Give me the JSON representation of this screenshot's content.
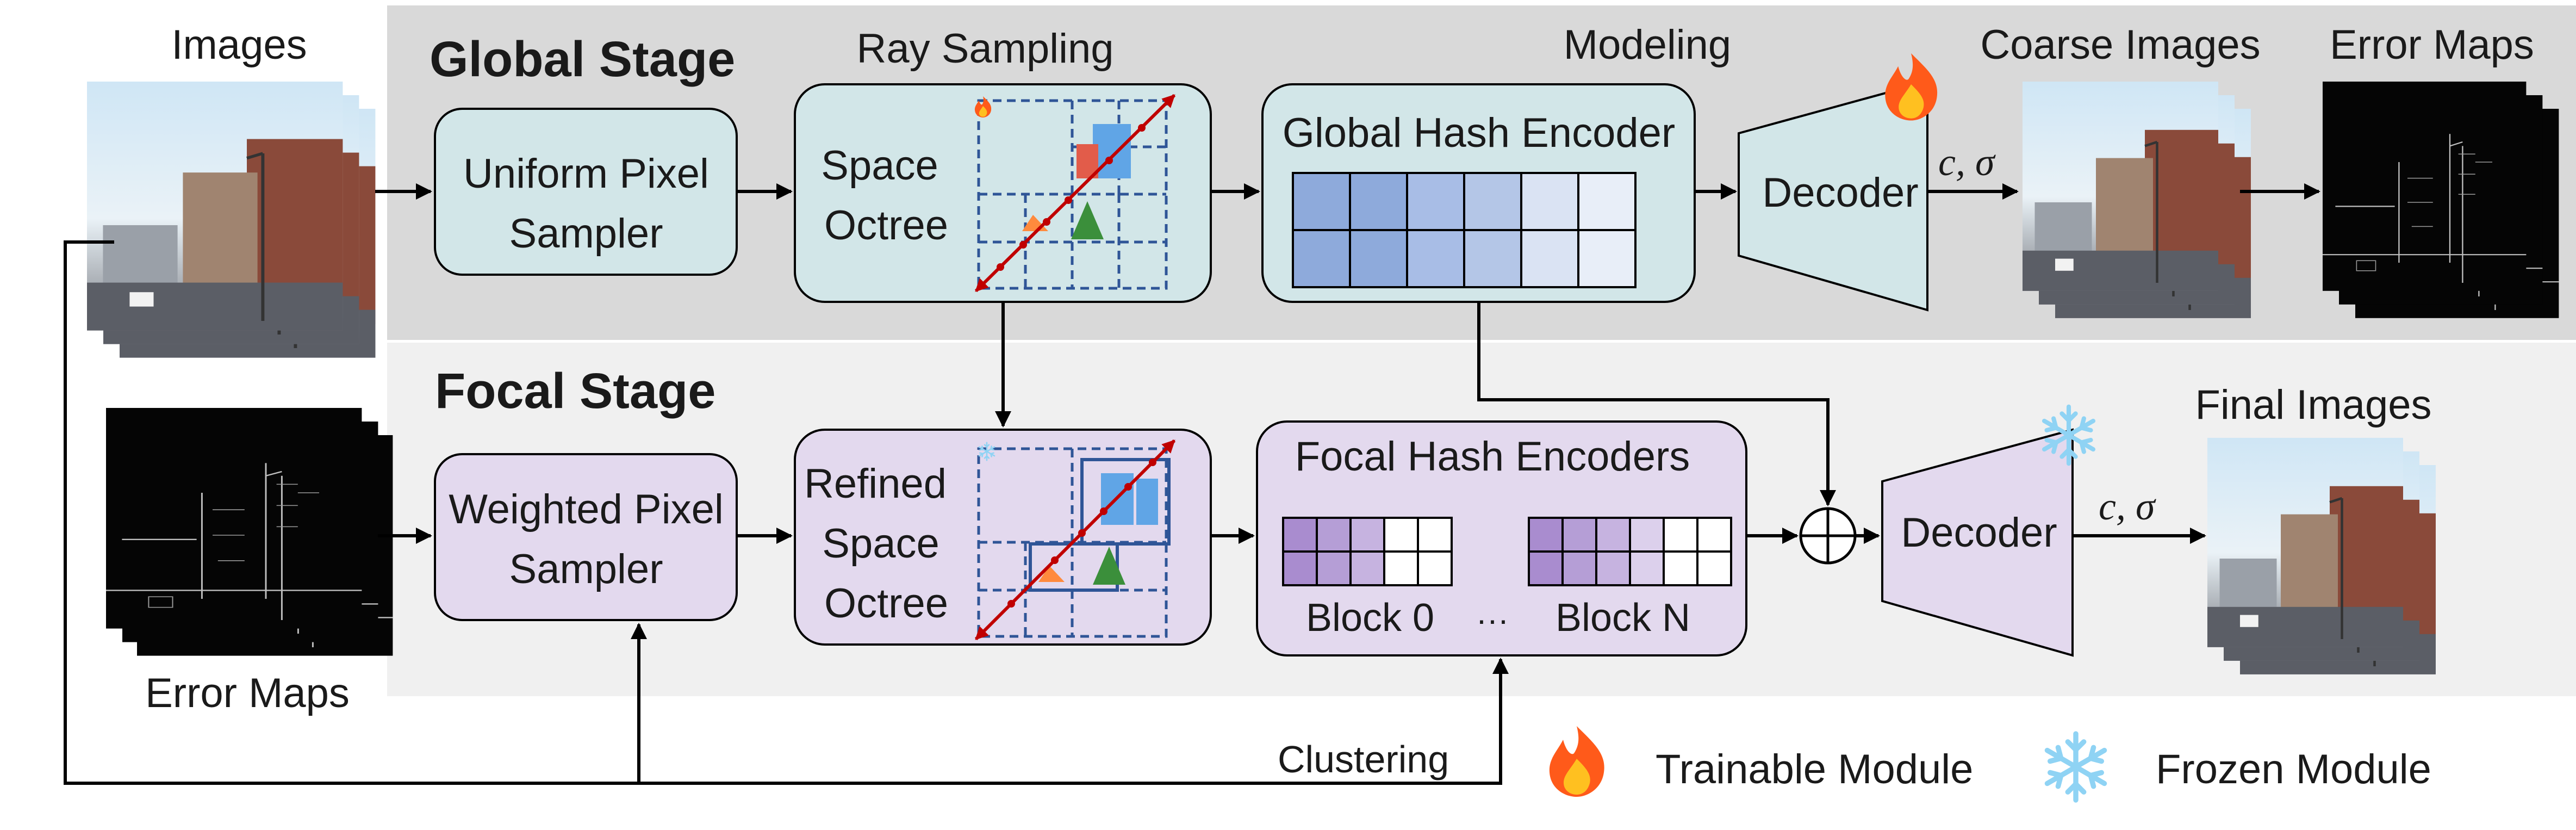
{
  "global_stage": {
    "title": "Global Stage",
    "header_ray_sampling": "Ray Sampling",
    "header_modeling": "Modeling",
    "header_images": "Images",
    "header_coarse": "Coarse Images",
    "header_error": "Error Maps",
    "uniform_sampler": [
      "Uniform Pixel",
      "Sampler"
    ],
    "space_octree": [
      "Space",
      "Octree"
    ],
    "hash_encoder": "Global Hash Encoder",
    "decoder": "Decoder",
    "output": "c, σ"
  },
  "focal_stage": {
    "title": "Focal Stage",
    "header_final": "Final Images",
    "error_maps_label": "Error Maps",
    "weighted_sampler": [
      "Weighted Pixel",
      "Sampler"
    ],
    "refined_octree": [
      "Refined",
      "Space",
      "Octree"
    ],
    "hash_encoders": "Focal Hash Encoders",
    "block_first": "Block 0",
    "block_ellipsis": "···",
    "block_last": "Block N",
    "decoder": "Decoder",
    "output": "c, σ"
  },
  "clustering_label": "Clustering",
  "legend": {
    "trainable": "Trainable Module",
    "frozen": "Frozen Module"
  },
  "colors": {
    "global_bg": "#d9d9d9",
    "focal_bg": "#f0f0f0",
    "global_module": "#d2e6e8",
    "focal_module": "#e3d9ee",
    "octree_line": "#2f5597",
    "ray": "#c00000",
    "flame": "#ff6a1a",
    "snow": "#8fd3f4"
  }
}
